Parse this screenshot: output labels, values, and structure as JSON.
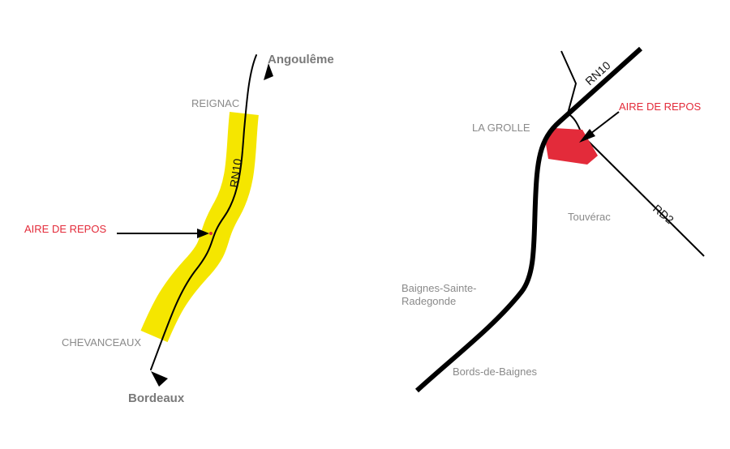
{
  "colors": {
    "highlight": "#f5e600",
    "rest_area": "#e32b3a",
    "road": "#000000",
    "town_text": "#8a8a8a"
  },
  "left_map": {
    "road_label": "RN10",
    "rest_area_label": "AIRE DE REPOS",
    "towns": {
      "reignac": "REIGNAC",
      "chevanceaux": "CHEVANCEAUX"
    },
    "directions": {
      "north": "Angoulême",
      "south": "Bordeaux"
    }
  },
  "right_map": {
    "main_road_label": "RN10",
    "side_road_label": "RD2",
    "rest_area_label": "AIRE DE REPOS",
    "towns": {
      "la_grolle": "LA GROLLE",
      "touverac": "Touvérac",
      "baignes_line1": "Baignes-Sainte-",
      "baignes_line2": "Radegonde",
      "bords": "Bords-de-Baignes"
    }
  }
}
